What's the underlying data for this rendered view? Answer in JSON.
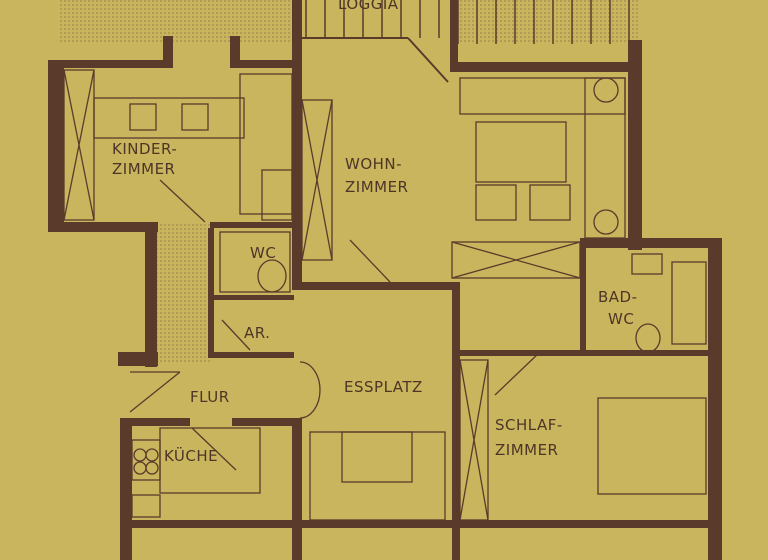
{
  "plan": {
    "colors": {
      "paper": "#c8b55e",
      "wall": "#5a3b2b",
      "hatch": "#a69450"
    },
    "rooms": {
      "loggia": "LOGGIA",
      "kinder": [
        "KINDER-",
        "ZIMMER"
      ],
      "wohn": [
        "WOHN-",
        "ZIMMER"
      ],
      "wc": "WC",
      "ar": "AR.",
      "flur": "FLUR",
      "essplatz": "ESSPLATZ",
      "kueche": "KÜCHE",
      "bad": [
        "BAD-",
        "WC"
      ],
      "schlaf": [
        "SCHLAF-",
        "ZIMMER"
      ]
    }
  }
}
